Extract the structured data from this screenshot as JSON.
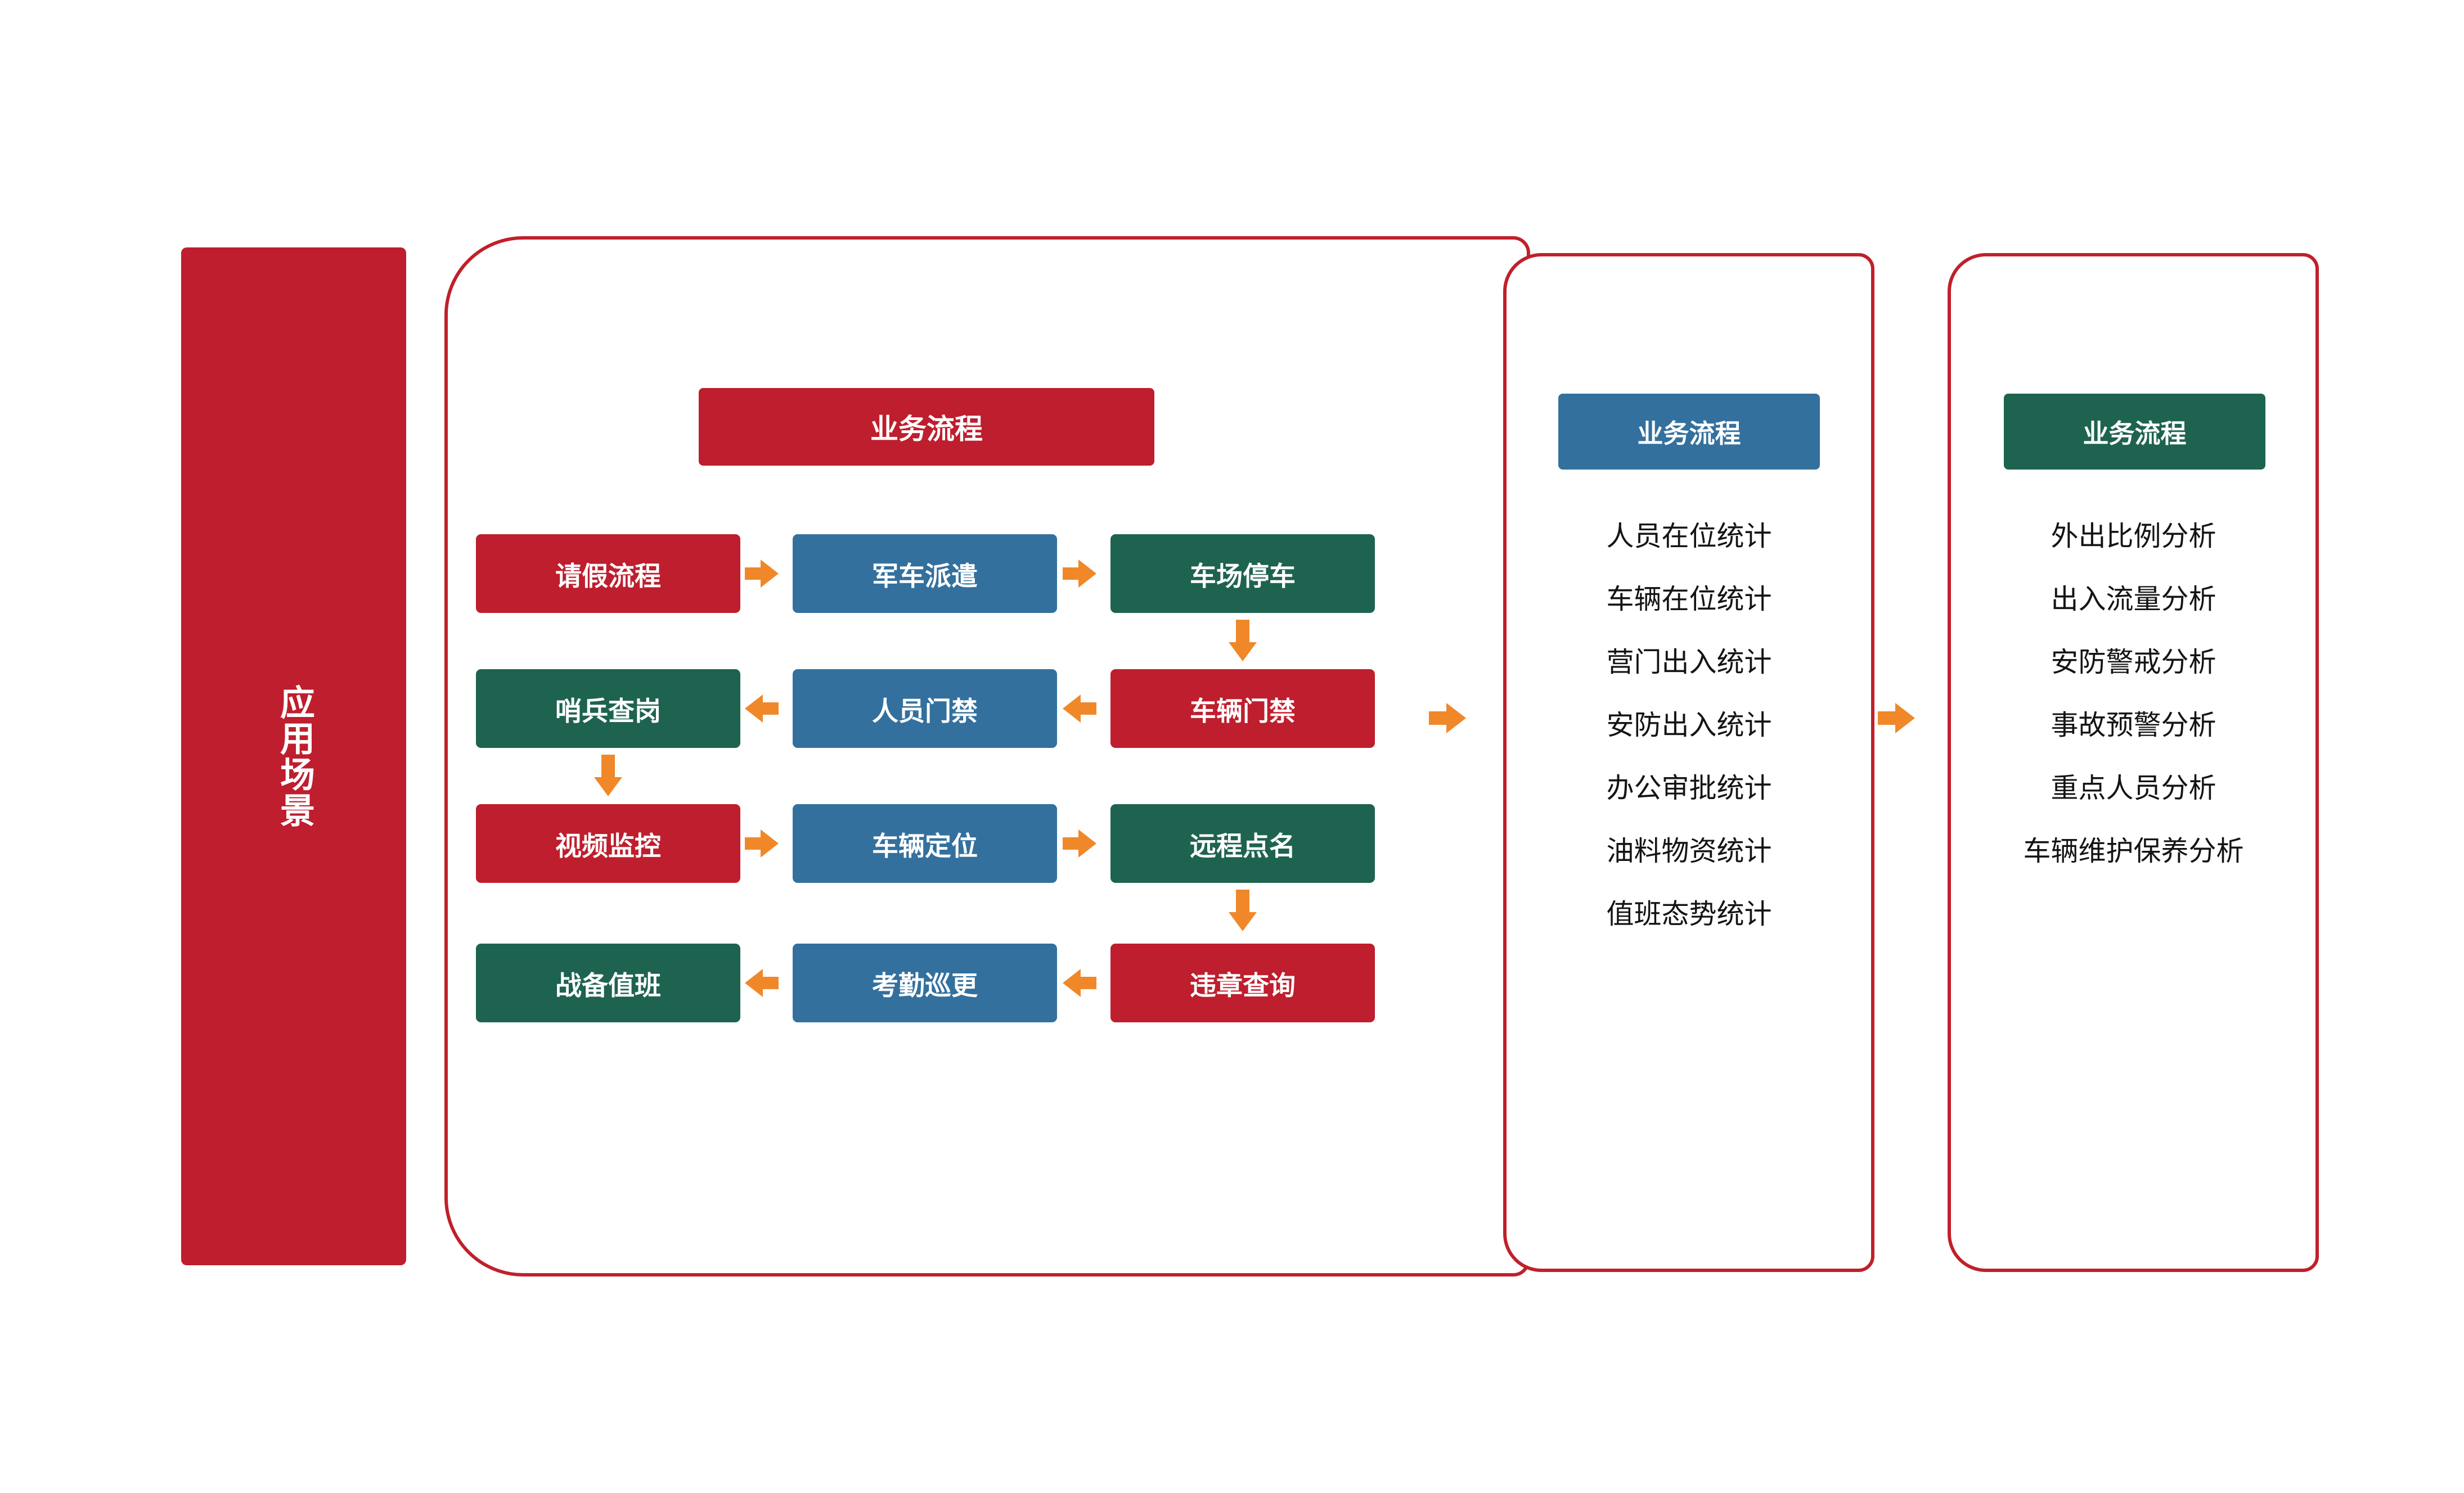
{
  "banner": {
    "label": "应用场景"
  },
  "colors": {
    "red": "#BE1E2D",
    "blue": "#33709E",
    "green": "#1E6350",
    "orange": "#F0882A",
    "outline": "#C0202B",
    "text_dark": "#141414"
  },
  "panels": {
    "flow": {
      "header": "业务流程",
      "header_color": "#BE1E2D",
      "rows": [
        {
          "direction": "right",
          "cards": [
            {
              "label": "请假流程",
              "color": "red"
            },
            {
              "label": "军车派遣",
              "color": "blue"
            },
            {
              "label": "车场停车",
              "color": "green"
            }
          ]
        },
        {
          "direction": "left",
          "cards": [
            {
              "label": "哨兵查岗",
              "color": "green"
            },
            {
              "label": "人员门禁",
              "color": "blue"
            },
            {
              "label": "车辆门禁",
              "color": "red"
            }
          ]
        },
        {
          "direction": "right",
          "cards": [
            {
              "label": "视频监控",
              "color": "red"
            },
            {
              "label": "车辆定位",
              "color": "blue"
            },
            {
              "label": "远程点名",
              "color": "green"
            }
          ]
        },
        {
          "direction": "left",
          "cards": [
            {
              "label": "战备值班",
              "color": "green"
            },
            {
              "label": "考勤巡更",
              "color": "blue"
            },
            {
              "label": "违章查询",
              "color": "red"
            }
          ]
        }
      ]
    },
    "stats": {
      "header": "业务流程",
      "header_color": "#33709E",
      "items": [
        "人员在位统计",
        "车辆在位统计",
        "营门出入统计",
        "安防出入统计",
        "办公审批统计",
        "油料物资统计",
        "值班态势统计"
      ]
    },
    "analysis": {
      "header": "业务流程",
      "header_color": "#1E6350",
      "items": [
        "外出比例分析",
        "出入流量分析",
        "安防警戒分析",
        "事故预警分析",
        "重点人员分析",
        "车辆维护保养分析"
      ]
    }
  },
  "connectors": {
    "panel_arrow_1": "arrow-right-icon",
    "panel_arrow_2": "arrow-right-icon",
    "vertical": [
      "arrow-down-icon",
      "arrow-down-icon",
      "arrow-down-icon"
    ]
  }
}
